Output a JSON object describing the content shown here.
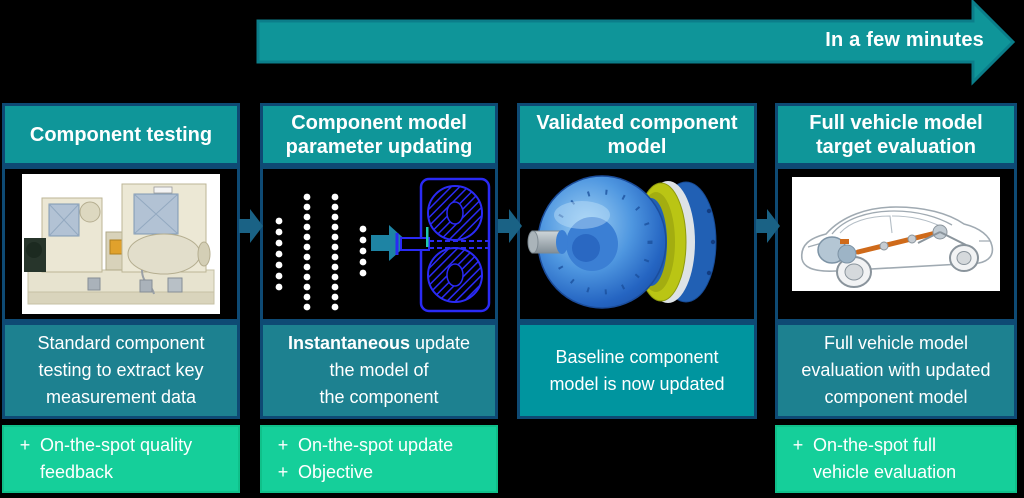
{
  "banner": {
    "label": "In a few minutes"
  },
  "columns": [
    {
      "title": "Component testing",
      "description": "Standard component\ntesting to extract key\nmeasurement data",
      "bullets": [
        {
          "marker": "+",
          "text": "On-the-spot quality\nfeedback"
        }
      ]
    },
    {
      "title": "Component model\nparameter updating",
      "description_bold": "Instantaneous",
      "description_rest": " update\nthe model of\nthe component",
      "bullets": [
        {
          "marker": "+",
          "text": "On-the-spot update"
        },
        {
          "marker": "+",
          "text": "Objective"
        }
      ]
    },
    {
      "title": "Validated component\nmodel",
      "description": "Baseline component\nmodel is now updated",
      "bullets": []
    },
    {
      "title": "Full vehicle model\ntarget evaluation",
      "description": "Full vehicle model\nevaluation with updated\ncomponent model",
      "bullets": [
        {
          "marker": "+",
          "text": "On-the-spot full\nvehicle evaluation"
        }
      ]
    }
  ],
  "colors": {
    "banner_teal": "#0f9599",
    "header_teal": "#0f9699",
    "panel_teal": "#1d8190",
    "panel_teal_bright": "#00959f",
    "highlight_green": "#15cf9a",
    "border_navy": "#0e4a74",
    "flow_arrow_blue": "#1a6285",
    "text_white": "#ffffff"
  },
  "icons": {
    "banner_arrow": "right-arrow",
    "flow_arrow": "right-arrow"
  }
}
